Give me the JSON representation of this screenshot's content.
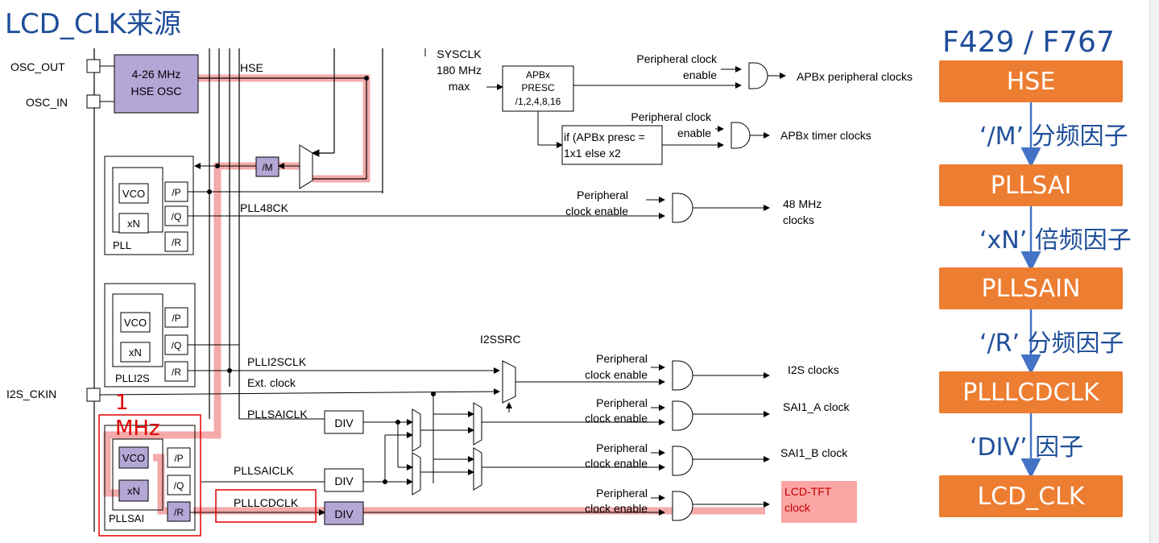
{
  "title": "LCD_CLK来源",
  "chip": "F429 / F767",
  "flow": [
    {
      "box": "HSE",
      "note": "‘/M’ 分频因子"
    },
    {
      "box": "PLLSAI",
      "note": "‘xN’ 倍频因子"
    },
    {
      "box": "PLLSAIN",
      "note": "‘/R’ 分频因子"
    },
    {
      "box": "PLLLCDCLK",
      "note": "‘DIV’ 因子"
    },
    {
      "box": "LCD_CLK",
      "note": ""
    }
  ],
  "diagram": {
    "osc_out": "OSC_OUT",
    "osc_in": "OSC_IN",
    "hse_osc_l1": "4-26 MHz",
    "hse_osc_l2": "HSE OSC",
    "hse": "HSE",
    "m_div": "/M",
    "sysclk_l1": "SYSCLK",
    "sysclk_l2": "180 MHz",
    "sysclk_l3": "max",
    "apbx_l1": "APBx",
    "apbx_l2": "PRESC",
    "apbx_l3": "/1,2,4,8,16",
    "pce1_l1": "Peripheral clock",
    "pce1_l2": "enable",
    "apbx_periph": "APBx peripheral clocks",
    "pce2_l1": "Peripheral clock",
    "pce2_l2": "enable",
    "if_l1": "if (APBx presc =",
    "if_l2": "1x1 else x2",
    "apbx_timer": "APBx timer clocks",
    "vco": "VCO",
    "p": "/P",
    "q": "/Q",
    "r": "/R",
    "xn": "xN",
    "pll": "PLL",
    "pll48ck": "PLL48CK",
    "pce3_l1": "Peripheral",
    "pce3_l2": "clock enable",
    "mhz48_l1": "48 MHz",
    "mhz48_l2": "clocks",
    "plli2s": "PLLI2S",
    "i2ssrc": "I2SSRC",
    "plli2sclk": "PLLI2SCLK",
    "ext_clock": "Ext. clock",
    "i2s_ckin": "I2S_CKIN",
    "i2s_clocks": "I2S clocks",
    "pllsaiclk": "PLLSAICLK",
    "div": "DIV",
    "sai_a": "SAI1_A clock",
    "sai_b": "SAI1_B clock",
    "pllsai": "PLLSAI",
    "plllcdclk": "PLLLCDCLK",
    "lcd_tft_l1": "LCD-TFT",
    "lcd_tft_l2": "clock",
    "red_1": "1",
    "red_mhz": "MHz"
  },
  "colors": {
    "accent_orange": "#ed7d31",
    "title_blue": "#1f4e9a",
    "arrow_blue": "#4472c4",
    "highlight_purple": "#b4a7d6",
    "highlight_red": "#f4a6a6",
    "annotation_red": "#e00000"
  }
}
